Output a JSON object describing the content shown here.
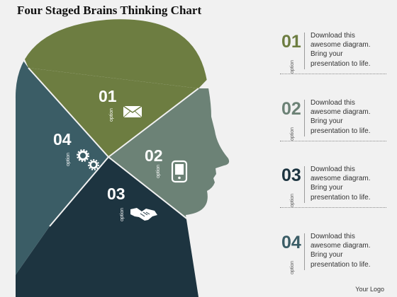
{
  "title": "Four Staged Brains Thinking Chart",
  "colors": {
    "seg1": "#6d7d41",
    "seg2": "#6c8276",
    "seg3": "#1d3440",
    "seg4": "#3b5d66",
    "num1": "#6d7d41",
    "num2": "#6c8276",
    "num3": "#1d3440",
    "num4": "#3b5d66"
  },
  "segments": [
    {
      "number": "01",
      "option": "option",
      "icon": "envelope-icon"
    },
    {
      "number": "02",
      "option": "option",
      "icon": "mobile-phone-icon"
    },
    {
      "number": "03",
      "option": "option",
      "icon": "handshake-icon"
    },
    {
      "number": "04",
      "option": "option",
      "icon": "gears-icon"
    }
  ],
  "items": [
    {
      "number": "01",
      "option": "option",
      "lines": [
        "Download this",
        "awesome diagram.",
        "Bring your",
        "presentation to life."
      ]
    },
    {
      "number": "02",
      "option": "option",
      "lines": [
        "Download this",
        "awesome diagram.",
        "Bring your",
        "presentation to life."
      ]
    },
    {
      "number": "03",
      "option": "option",
      "lines": [
        "Download this",
        "awesome diagram.",
        "Bring your",
        "presentation to life."
      ]
    },
    {
      "number": "04",
      "option": "option",
      "lines": [
        "Download this",
        "awesome diagram.",
        "Bring your",
        "presentation to life."
      ]
    }
  ],
  "logo": "Your Logo"
}
